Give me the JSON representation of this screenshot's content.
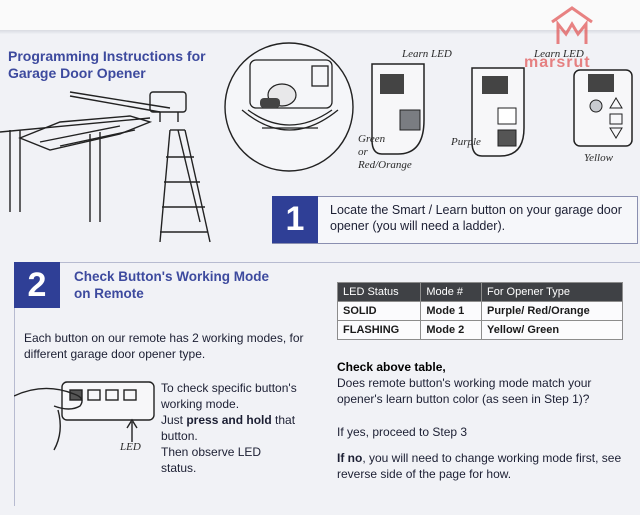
{
  "header": {
    "title": "Programming Instructions for\nGarage Door Opener"
  },
  "figure_labels": {
    "green": "Green",
    "or": "or",
    "red_orange": "Red/Orange",
    "learn_led_1": "Learn LED",
    "learn_led_2": "Learn LED",
    "purple": "Purple",
    "yellow": "Yellow",
    "led": "LED"
  },
  "step1": {
    "number": "1",
    "text": "Locate the Smart / Learn button on your garage door opener (you will need a ladder)."
  },
  "step2": {
    "number": "2",
    "title": "Check Button's Working Mode\non Remote",
    "modes_text": "Each button on our remote has 2 working modes, for different garage door opener type.",
    "check_lead": "To check specific button's\nworking mode.",
    "check_just": "Just ",
    "check_bold": "press and hold",
    "check_that": " that\nbutton.",
    "check_then": "Then observe LED\nstatus."
  },
  "led_table": {
    "headers": [
      "LED Status",
      "Mode #",
      "For Opener Type"
    ],
    "rows": [
      [
        "SOLID",
        "Mode 1",
        "Purple/ Red/Orange"
      ],
      [
        "FLASHING",
        "Mode 2",
        "Yellow/ Green"
      ]
    ]
  },
  "check_table": {
    "heading": "Check above table,",
    "question": "Does remote button's working mode match your opener's learn button color (as seen in Step 1)?",
    "yes_text": "If yes, proceed to Step 3",
    "no_bold": "If no",
    "no_text": ", you will need to change working mode first, see reverse side of the page for how."
  },
  "watermark": {
    "text": "marsrut"
  },
  "colors": {
    "brand_blue": "#2f3f96",
    "title_blue": "#3d4a9e",
    "watermark_red": "#e25a5a"
  }
}
